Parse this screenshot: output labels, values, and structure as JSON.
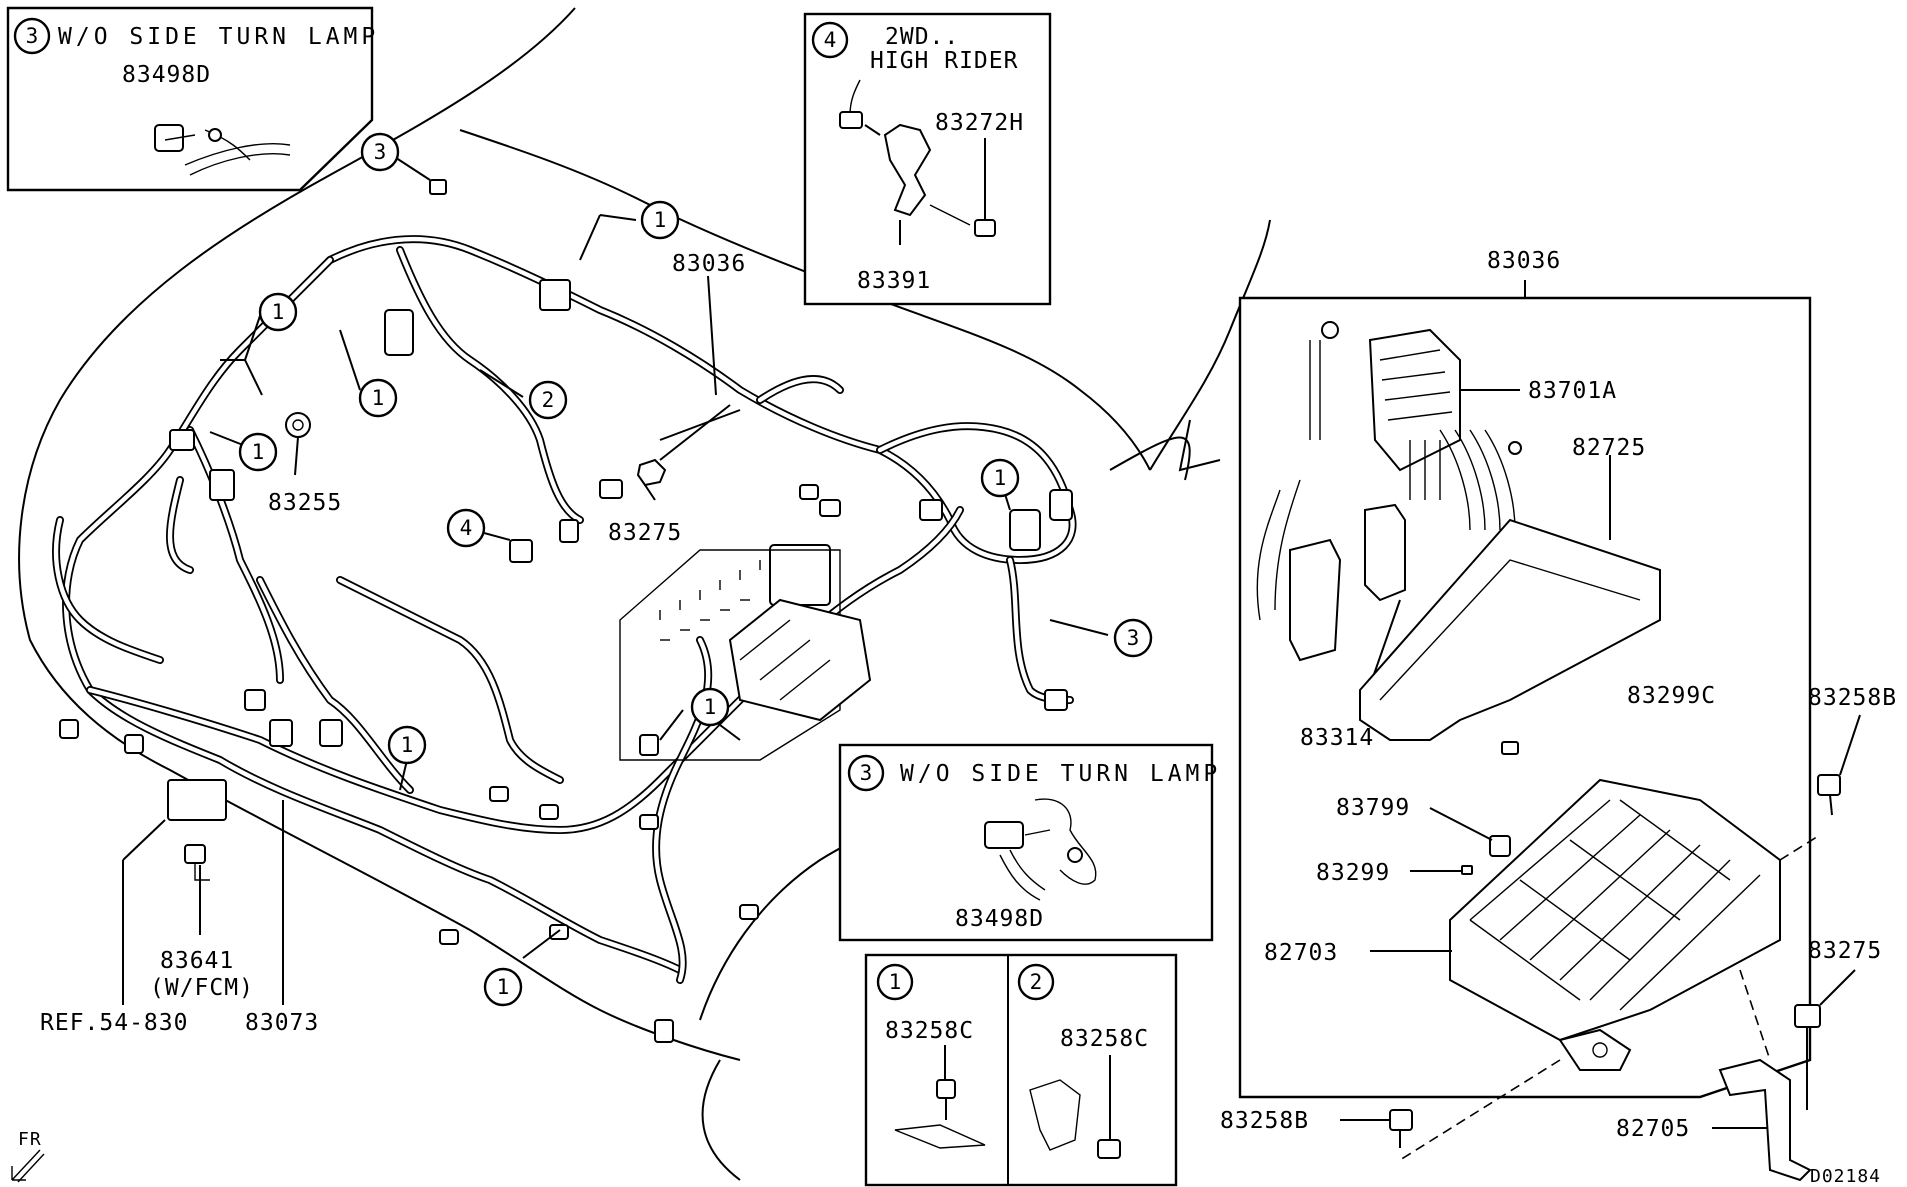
{
  "diagram": {
    "drawing_id": "D02184",
    "orientation_label": "FR",
    "callouts": {
      "c1": "1",
      "c2": "2",
      "c3": "3",
      "c4": "4"
    },
    "inset_top_left": {
      "number": "3",
      "title": "W/O SIDE TURN LAMP",
      "part": "83498D"
    },
    "inset_top_center": {
      "number": "4",
      "title_line1": "2WD..",
      "title_line2": "HIGH RIDER",
      "part_a": "83272H",
      "part_b": "83391"
    },
    "inset_mid": {
      "number": "3",
      "title": "W/O SIDE TURN LAMP",
      "part": "83498D"
    },
    "inset_bottom_1": {
      "number": "1",
      "part": "83258C"
    },
    "inset_bottom_2": {
      "number": "2",
      "part": "83258C"
    },
    "main_labels": {
      "harness_top": "83036",
      "clip_83255": "83255",
      "clip_83275": "83275",
      "relay_83641": "83641",
      "relay_note": "(W/FCM)",
      "ref": "REF.54-830",
      "harness_83073": "83073"
    },
    "relay_box": {
      "title": "83036",
      "parts": {
        "p83701A": "83701A",
        "p82725": "82725",
        "p83314": "83314",
        "p83299C": "83299C",
        "p83799": "83799",
        "p83299": "83299",
        "p82703": "82703"
      }
    },
    "outside_parts": {
      "p83258B_right": "83258B",
      "p83275_right": "83275",
      "p83258B_bottom": "83258B",
      "p82705": "82705"
    }
  }
}
